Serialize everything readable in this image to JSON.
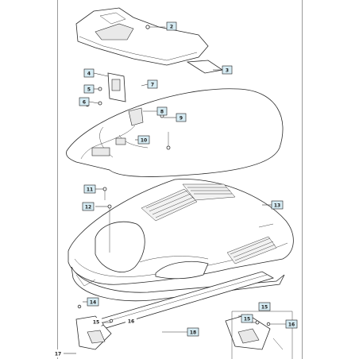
{
  "callouts": [
    {
      "id": "c2",
      "label": "2",
      "boxed": true
    },
    {
      "id": "c3",
      "label": "3",
      "boxed": true
    },
    {
      "id": "c4",
      "label": "4",
      "boxed": true
    },
    {
      "id": "c5",
      "label": "5",
      "boxed": true
    },
    {
      "id": "c6",
      "label": "6",
      "boxed": true
    },
    {
      "id": "c7",
      "label": "7",
      "boxed": true
    },
    {
      "id": "c8",
      "label": "8",
      "boxed": true
    },
    {
      "id": "c9",
      "label": "9",
      "boxed": true
    },
    {
      "id": "c10",
      "label": "10",
      "boxed": true
    },
    {
      "id": "c11",
      "label": "11",
      "boxed": true
    },
    {
      "id": "c12",
      "label": "12",
      "boxed": true
    },
    {
      "id": "c13",
      "label": "13",
      "boxed": true
    },
    {
      "id": "c14",
      "label": "14",
      "boxed": true
    },
    {
      "id": "c15a",
      "label": "15",
      "boxed": false
    },
    {
      "id": "c16a",
      "label": "16",
      "boxed": false
    },
    {
      "id": "c15b",
      "label": "15",
      "boxed": true
    },
    {
      "id": "c15c",
      "label": "15",
      "boxed": true
    },
    {
      "id": "c16b",
      "label": "16",
      "boxed": true
    },
    {
      "id": "c17",
      "label": "17",
      "boxed": false
    },
    {
      "id": "c18",
      "label": "18",
      "boxed": true
    }
  ]
}
